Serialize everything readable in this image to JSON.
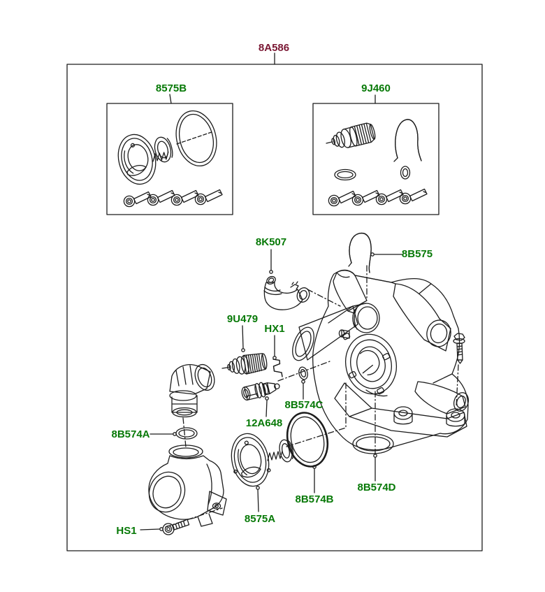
{
  "colors": {
    "assembly_label": "#7a1733",
    "part_label": "#077907",
    "line": "#1c1c1c",
    "background": "#ffffff"
  },
  "labels": {
    "assembly": "8A586",
    "kit_thermostat": "8575B",
    "kit_sensor": "9J460",
    "outlet_connector": "8K507",
    "retaining_clip": "8B575",
    "sensor_upper": "9U479",
    "clip_small": "HX1",
    "oring_small": "8B574C",
    "temp_sensor": "12A648",
    "oring_flat": "8B574A",
    "seal_large": "8B574B",
    "oring_right": "8B574D",
    "thermostat": "8575A",
    "bolt": "HS1"
  }
}
